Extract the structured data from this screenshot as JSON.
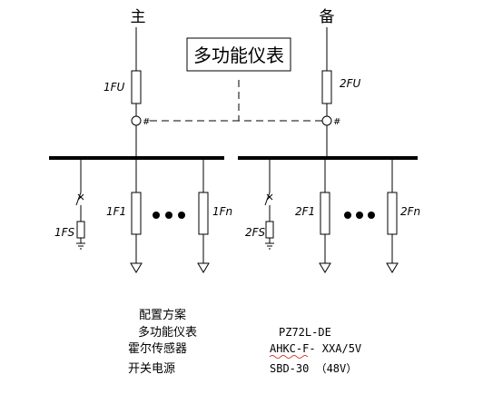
{
  "diagram": {
    "main_title": "主",
    "backup_title": "备",
    "meter_box": "多功能仪表",
    "left_fuse": "1FU",
    "right_fuse": "2FU",
    "left_branch_1": "1F1",
    "left_branch_n": "1Fn",
    "left_spd": "1FS",
    "right_branch_1": "2F1",
    "right_branch_n": "2Fn",
    "right_spd": "2FS"
  },
  "config": {
    "heading": "配置方案",
    "rows": [
      {
        "name": "多功能仪表",
        "model": "PZ72L-DE"
      },
      {
        "name": "霍尔传感器",
        "model": "AHKC-F-  XXA/5V"
      },
      {
        "name": "开关电源",
        "model": "SBD-30  （48V）"
      }
    ]
  }
}
